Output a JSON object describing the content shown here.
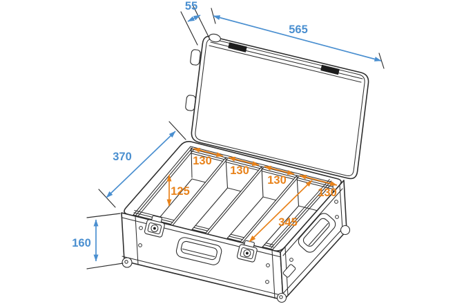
{
  "diagram": {
    "subject": "Open flight case line drawing with lid and four compartment dividers",
    "dimensions": {
      "lid_depth": "55",
      "lid_width": "565",
      "case_depth": "370",
      "case_height": "160",
      "compartment_width_1": "130",
      "compartment_width_2": "130",
      "compartment_width_3": "130",
      "compartment_width_4": "130",
      "interior_depth": "125",
      "compartment_length": "345"
    },
    "colors": {
      "outer_dimension_accent": "#4a8fd0",
      "inner_dimension_accent": "#e8821a",
      "line": "#2d2d2d",
      "background": "#ffffff"
    }
  }
}
